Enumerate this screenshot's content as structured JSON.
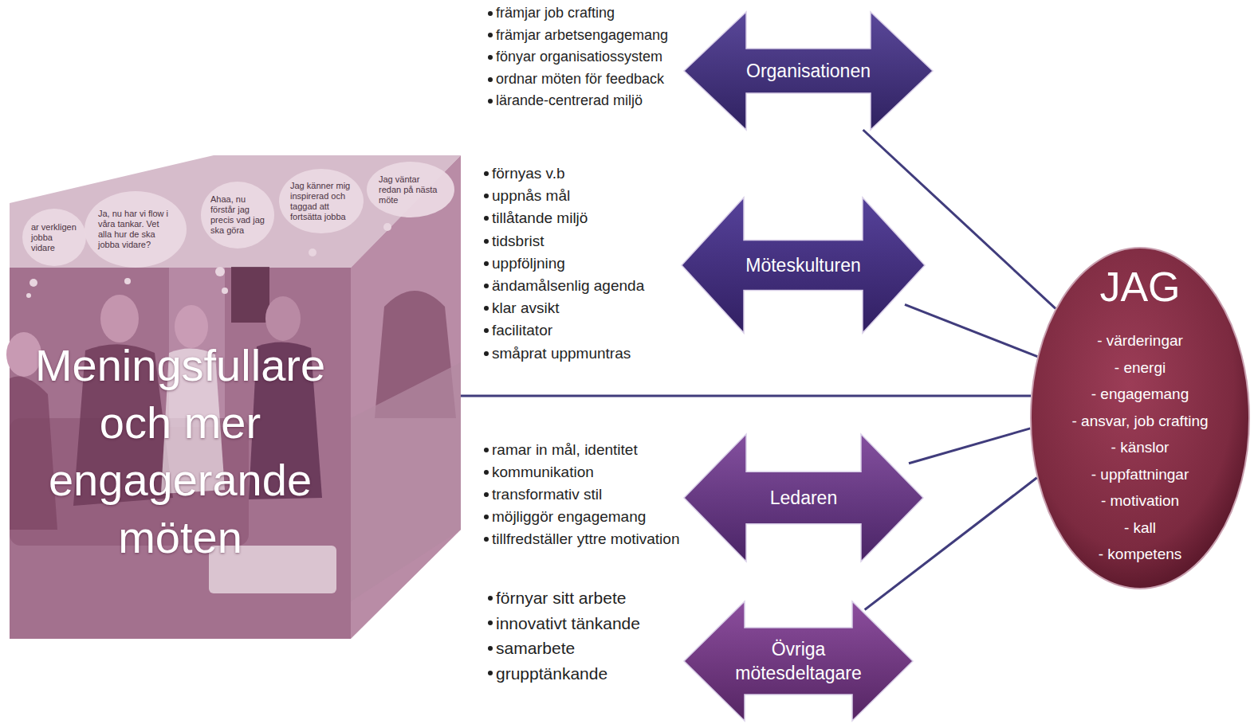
{
  "diagram": {
    "nodes": [
      {
        "text": [
          "Meningsfullare och mer engagerande möten"
        ]
      },
      {
        "text": [
          "ar verkligen jobba vidare"
        ],
        "in": 0
      },
      {
        "text": [
          "Ja, nu har vi flow i våra tankar. Vet alla hur de ska jobba vidare?"
        ],
        "in": 0
      },
      {
        "text": [
          "Ahaa, nu förstår jag precis vad jag ska göra"
        ],
        "in": 0
      },
      {
        "text": [
          "Jag känner mig inspirerad och taggad att fortsätta jobba"
        ],
        "in": 0
      },
      {
        "text": [
          "Jag väntar redan på nästa möte"
        ],
        "in": 0
      },
      {
        "text": [
          "Organisationen"
        ]
      },
      {
        "text": [
          "Möteskulturen"
        ]
      },
      {
        "text": [
          "Ledaren"
        ]
      },
      {
        "text": [
          "Övriga mötesdeltagare"
        ]
      },
      {
        "text": [
          "JAG",
          "- värderingar",
          "- energi",
          "- engagemang",
          "- ansvar, job crafting",
          "- känslor",
          "- uppfattningar",
          "- motivation",
          "- kall",
          "- kompetens"
        ]
      }
    ],
    "edges": [
      {
        "from": 10,
        "to": 6,
        "arrow": "none"
      },
      {
        "from": 10,
        "to": 7,
        "arrow": "none"
      },
      {
        "from": 10,
        "to": 0,
        "arrow": "none"
      },
      {
        "from": 10,
        "to": 8,
        "arrow": "none"
      },
      {
        "from": 10,
        "to": 9,
        "arrow": "none"
      }
    ],
    "labels": [
      "främjar job crafting",
      "främjar arbetsengagemang",
      "fönyar organisatiossystem",
      "ordnar möten för feedback",
      "lärande-centrerad miljö",
      "förnyas v.b",
      "uppnås mål",
      "tillåtande miljö",
      "tidsbrist",
      "uppföljning",
      "ändamålsenlig agenda",
      "klar avsikt",
      "facilitator",
      "småprat uppmuntras",
      "ramar in mål, identitet",
      "kommunikation",
      "transformativ stil",
      "möjliggör engagemang",
      "tillfredställer yttre motivation",
      "förnyar sitt arbete",
      "innovativt tänkande",
      "samarbete",
      "grupptänkande"
    ]
  }
}
